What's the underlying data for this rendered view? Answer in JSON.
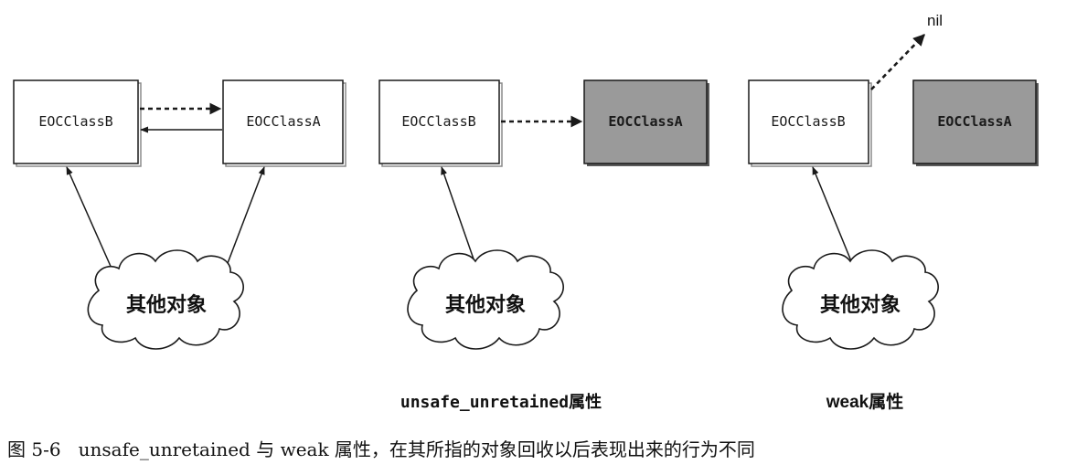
{
  "panels": [
    {
      "box_left": "EOCClassB",
      "box_right": "EOCClassA",
      "right_deallocated": false,
      "cloud": "其他对象",
      "label": ""
    },
    {
      "box_left": "EOCClassB",
      "box_right": "EOCClassA",
      "right_deallocated": true,
      "cloud": "其他对象",
      "label": "unsafe_unretained属性"
    },
    {
      "box_left": "EOCClassB",
      "box_right": "EOCClassA",
      "right_deallocated": true,
      "cloud": "其他对象",
      "nil_marker": "nil",
      "label": "weak属性"
    }
  ],
  "caption": "图 5-6   unsafe_unretained 与 weak 属性，在其所指的对象回收以后表现出来的行为不同",
  "colors": {
    "deallocated_box": "#9a9a9a",
    "stroke": "#1a1a1a"
  }
}
